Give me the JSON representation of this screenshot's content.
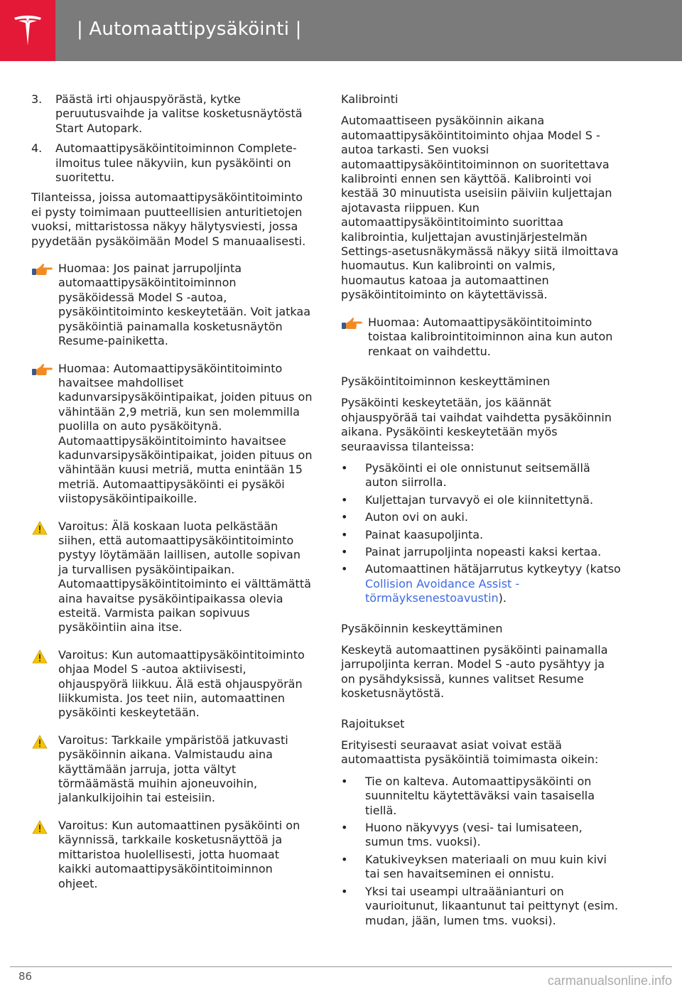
{
  "header": {
    "title": "| Automaattipysäköinti |",
    "accent": "#e31937",
    "background": "#7b7b7b"
  },
  "left": {
    "steps": [
      {
        "num": "3.",
        "text": "Päästä irti ohjauspyörästä, kytke peruutusvaihde ja valitse kosketusnäytöstä Start Autopark."
      },
      {
        "num": "4.",
        "text": "Automaattipysäköintitoiminnon Complete-ilmoitus tulee näkyviin, kun pysäköinti on suoritettu."
      }
    ],
    "intro": "Tilanteissa, joissa automaattipysäköintitoiminto ei pysty toimimaan puutteellisien anturitietojen vuoksi, mittaristossa näkyy hälytysviesti, jossa pyydetään pysäköimään Model S manuaalisesti.",
    "note1": "Huomaa: Jos painat jarrupoljinta automaattipysäköintitoiminnon pysäköidessä Model S -autoa, pysäköintitoiminto keskeytetään. Voit jatkaa pysäköintiä painamalla kosketusnäytön Resume-painiketta.",
    "note2a": "Huomaa: Automaattipysäköintitoiminto havaitsee mahdolliset kadunvarsipysäköintipaikat, joiden pituus on vähintään 2,9 metriä, kun sen molemmilla puolilla on auto pysäköitynä.",
    "note2b": "Automaattipysäköintitoiminto havaitsee kadunvarsipysäköintipaikat, joiden pituus on vähintään kuusi metriä, mutta enintään 15 metriä. Automaattipysäköinti ei pysäköi viistopysäköintipaikoille.",
    "warn1a": "Varoitus: Älä koskaan luota pelkästään siihen, että automaattipysäköintitoiminto pystyy löytämään laillisen, autolle sopivan ja turvallisen pysäköintipaikan.",
    "warn1b": "Automaattipysäköintitoiminto ei välttämättä aina havaitse pysäköintipaikassa olevia esteitä. Varmista paikan sopivuus pysäköintiin aina itse.",
    "warn2": "Varoitus: Kun automaattipysäköintitoiminto ohjaa Model S -autoa aktiivisesti, ohjauspyörä liikkuu. Älä estä ohjauspyörän liikkumista. Jos teet niin, automaattinen pysäköinti keskeytetään.",
    "warn3": "Varoitus: Tarkkaile ympäristöä jatkuvasti pysäköinnin aikana. Valmistaudu aina käyttämään jarruja, jotta vältyt törmäämästä muihin ajoneuvoihin, jalankulkijoihin tai esteisiin.",
    "warn4": "Varoitus: Kun automaattinen pysäköinti on käynnissä, tarkkaile kosketusnäyttöä ja mittaristoa huolellisesti, jotta huomaat kaikki automaattipysäköintitoiminnon ohjeet."
  },
  "right": {
    "calib_head": "Kalibrointi",
    "calib_text": "Automaattiseen pysäköinnin aikana automaattipysäköintitoiminto ohjaa Model S -autoa tarkasti. Sen vuoksi automaattipysäköintitoiminnon on suoritettava kalibrointi ennen sen käyttöä. Kalibrointi voi kestää 30 minuutista useisiin päiviin kuljettajan ajotavasta riippuen. Kun automaattipysäköintitoiminto suorittaa kalibrointia, kuljettajan avustinjärjestelmän Settings-asetusnäkymässä näkyy siitä ilmoittava huomautus. Kun kalibrointi on valmis, huomautus katoaa ja automaattinen pysäköintitoiminto on käytettävissä.",
    "calib_note": "Huomaa: Automaattipysäköintitoiminto toistaa kalibrointitoiminnon aina kun auton renkaat on vaihdettu.",
    "cancel_head": "Pysäköintitoiminnon keskeyttäminen",
    "cancel_text": "Pysäköinti keskeytetään, jos käännät ohjauspyörää tai vaihdat vaihdetta pysäköinnin aikana. Pysäköinti keskeytetään myös seuraavissa tilanteissa:",
    "cancel_bullets": [
      "Pysäköinti ei ole onnistunut seitsemällä auton siirrolla.",
      "Kuljettajan turvavyö ei ole kiinnitettynä.",
      "Auton ovi on auki.",
      "Painat kaasupoljinta.",
      "Painat jarrupoljinta nopeasti kaksi kertaa."
    ],
    "cancel_last_pre": "Automaattinen hätäjarrutus kytkeytyy (katso ",
    "cancel_last_link": "Collision Avoidance Assist -törmäyksenestoavustin",
    "cancel_last_post": ").",
    "bullet_char": "•",
    "pause_head": "Pysäköinnin keskeyttäminen",
    "pause_text": "Keskeytä automaattinen pysäköinti painamalla jarrupoljinta kerran. Model S -auto pysähtyy ja on pysähdyksissä, kunnes valitset Resume kosketusnäytöstä.",
    "limits_head": "Rajoitukset",
    "limits_text": "Erityisesti seuraavat asiat voivat estää automaattista pysäköintiä toimimasta oikein:",
    "limits_bullets": [
      "Tie on kalteva. Automaattipysäköinti on suunniteltu käytettäväksi vain tasaisella tiellä.",
      "Huono näkyvyys (vesi- tai lumisateen, sumun tms. vuoksi).",
      "Katukiveyksen materiaali on muu kuin kivi tai sen havaitseminen ei onnistu.",
      "Yksi tai useampi ultraäänianturi on vaurioitunut, likaantunut tai peittynyt (esim. mudan, jään, lumen tms. vuoksi)."
    ]
  },
  "footer": {
    "page": "86",
    "watermark": "carmanualsonline.info"
  },
  "icons": {
    "note": "pointing-hand-icon",
    "warning": "warning-triangle-icon",
    "logo": "tesla-logo-icon"
  }
}
